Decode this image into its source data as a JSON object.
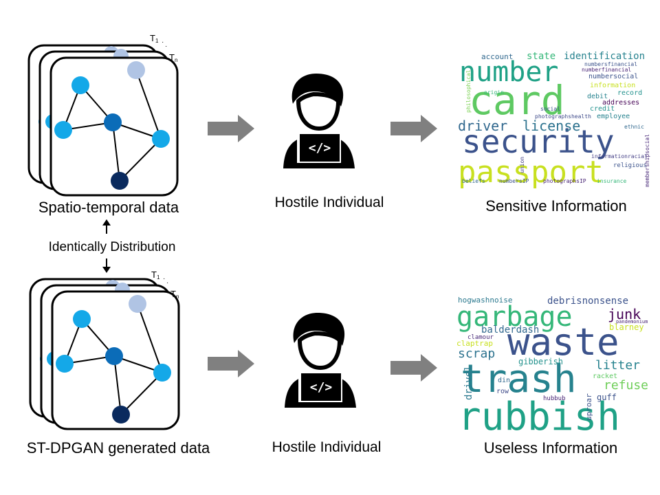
{
  "top_row": {
    "data_caption": "Spatio-temporal data",
    "time_first": "T",
    "time_first_sub": "1",
    "time_last": "T",
    "time_last_sub": "n",
    "attacker_caption": "Hostile Individual",
    "result_caption": "Sensitive Information"
  },
  "middle": {
    "relation_label": "Identically Distribution"
  },
  "bottom_row": {
    "data_caption": "ST-DPGAN generated data",
    "time_first": "T",
    "time_first_sub": "1",
    "time_last": "T",
    "time_last_sub": "n",
    "attacker_caption": "Hostile Individual",
    "result_caption": "Useless Information"
  },
  "icons": {
    "attacker": "hacker-laptop-icon",
    "code_symbol": "</>",
    "arrow": "right-arrow-icon"
  },
  "colors": {
    "arrow": "#808080",
    "node_light": "#b0c4e4",
    "node_sky": "#14a8e8",
    "node_mid": "#0b6cb8",
    "node_navy": "#0a2a5e"
  },
  "sensitive_words": [
    {
      "text": "number",
      "color": "#1fa186"
    },
    {
      "text": "card",
      "color": "#5ec962"
    },
    {
      "text": "security",
      "color": "#3b528b"
    },
    {
      "text": "passport",
      "color": "#c8e020"
    },
    {
      "text": "driver",
      "color": "#31688e"
    },
    {
      "text": "license",
      "color": "#2c728e"
    },
    {
      "text": "state",
      "color": "#35b779"
    },
    {
      "text": "identification",
      "color": "#26828e"
    },
    {
      "text": "account",
      "color": "#31688e"
    },
    {
      "text": "numbersfinancial",
      "color": "#3b528b"
    },
    {
      "text": "numberfinancial",
      "color": "#482475"
    },
    {
      "text": "numbersocial",
      "color": "#3b528b"
    },
    {
      "text": "information",
      "color": "#c8e020"
    },
    {
      "text": "record",
      "color": "#21918c"
    },
    {
      "text": "debit",
      "color": "#26828e"
    },
    {
      "text": "addresses",
      "color": "#440154"
    },
    {
      "text": "credit",
      "color": "#21918c"
    },
    {
      "text": "employee",
      "color": "#26828e"
    },
    {
      "text": "social",
      "color": "#3b528b"
    },
    {
      "text": "photographshealth",
      "color": "#3e4a89"
    },
    {
      "text": "philosophical",
      "color": "#7ad151"
    },
    {
      "text": "origin",
      "color": "#35b779"
    },
    {
      "text": "ethnic",
      "color": "#31688e"
    },
    {
      "text": "informationracial",
      "color": "#433e85"
    },
    {
      "text": "union",
      "color": "#433e85"
    },
    {
      "text": "religious",
      "color": "#3b528b"
    },
    {
      "text": "membershipsocial",
      "color": "#482878"
    },
    {
      "text": "beliefs",
      "color": "#31688e"
    },
    {
      "text": "numbersIP",
      "color": "#3b528b"
    },
    {
      "text": "photographsIP",
      "color": "#482475"
    },
    {
      "text": "insurance",
      "color": "#35b779"
    }
  ],
  "useless_words": [
    {
      "text": "garbage",
      "color": "#35b779"
    },
    {
      "text": "waste",
      "color": "#3b528b"
    },
    {
      "text": "trash",
      "color": "#26828e"
    },
    {
      "text": "rubbish",
      "color": "#1fa186"
    },
    {
      "text": "hogwashnoise",
      "color": "#2a788e"
    },
    {
      "text": "debrisnonsense",
      "color": "#3b528b"
    },
    {
      "text": "junk",
      "color": "#440154"
    },
    {
      "text": "pandemonium",
      "color": "#482475"
    },
    {
      "text": "blarney",
      "color": "#c8e020"
    },
    {
      "text": "balderdash",
      "color": "#31688e"
    },
    {
      "text": "clamour",
      "color": "#482878"
    },
    {
      "text": "claptrap",
      "color": "#c8e020"
    },
    {
      "text": "scrap",
      "color": "#2c728e"
    },
    {
      "text": "gibberish",
      "color": "#21918c"
    },
    {
      "text": "litter",
      "color": "#26828e"
    },
    {
      "text": "racket",
      "color": "#5ec962"
    },
    {
      "text": "refuse",
      "color": "#6ece58"
    },
    {
      "text": "drivel",
      "color": "#2a788e"
    },
    {
      "text": "din",
      "color": "#31688e"
    },
    {
      "text": "row",
      "color": "#3e4a89"
    },
    {
      "text": "hubbub",
      "color": "#482475"
    },
    {
      "text": "uproar",
      "color": "#3b528b"
    },
    {
      "text": "guff",
      "color": "#3b528b"
    }
  ]
}
